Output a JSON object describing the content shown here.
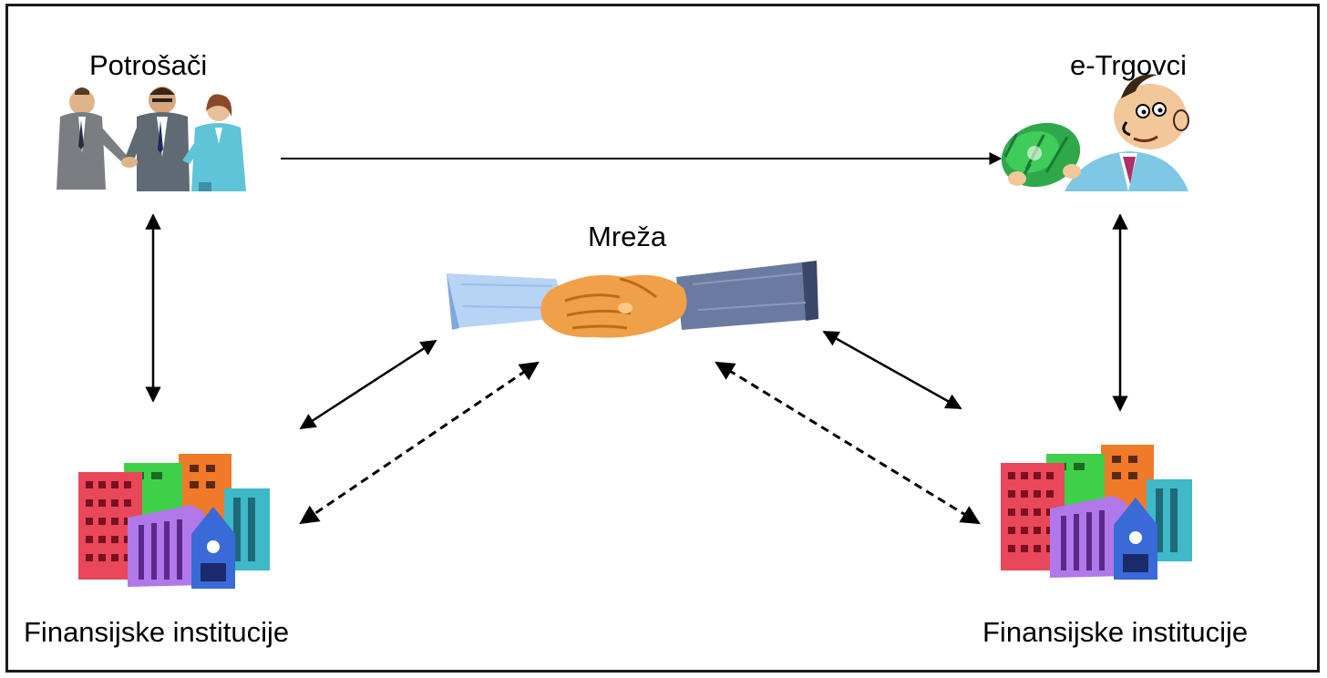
{
  "labels": {
    "consumers": "Potrošači",
    "merchants": "e-Trgovci",
    "network": "Mreža",
    "financial_left": "Finansijske institucije",
    "financial_right": "Finansijske institucije"
  },
  "icons": {
    "consumers": "business-people-handshake-icon",
    "merchants": "merchant-holding-money-icon",
    "network": "handshake-icon",
    "financial_left": "office-buildings-icon",
    "financial_right": "office-buildings-icon"
  },
  "colors": {
    "border": "#1a1a1a",
    "arrow": "#000000",
    "text": "#000000"
  },
  "connections": [
    {
      "from": "consumers",
      "to": "merchants",
      "style": "solid",
      "direction": "one-way"
    },
    {
      "from": "consumers",
      "to": "financial_left",
      "style": "solid",
      "direction": "two-way"
    },
    {
      "from": "merchants",
      "to": "financial_right",
      "style": "solid",
      "direction": "two-way"
    },
    {
      "from": "network",
      "to": "financial_left",
      "style": "solid",
      "direction": "two-way"
    },
    {
      "from": "network",
      "to": "financial_left",
      "style": "dashed",
      "direction": "two-way"
    },
    {
      "from": "network",
      "to": "financial_right",
      "style": "solid",
      "direction": "two-way"
    },
    {
      "from": "network",
      "to": "financial_right",
      "style": "dashed",
      "direction": "two-way"
    }
  ]
}
